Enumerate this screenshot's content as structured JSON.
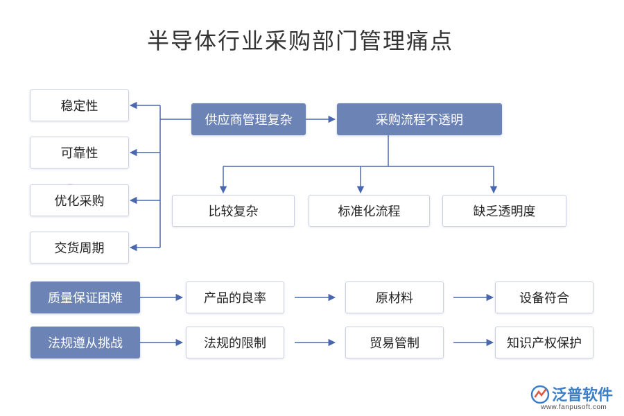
{
  "title": "半导体行业采购部门管理痛点",
  "left_column": [
    "稳定性",
    "可靠性",
    "优化采购",
    "交货周期"
  ],
  "top_row": {
    "supplier": "供应商管理复杂",
    "process": "采购流程不透明"
  },
  "process_children": [
    "比较复杂",
    "标准化流程",
    "缺乏透明度"
  ],
  "quality_row": {
    "head": "质量保证困难",
    "items": [
      "产品的良率",
      "原材料",
      "设备符合"
    ]
  },
  "regulation_row": {
    "head": "法规遵从挑战",
    "items": [
      "法规的限制",
      "贸易管制",
      "知识产权保护"
    ]
  },
  "watermark": {
    "text": "泛普软件"
  },
  "brand": {
    "name": "泛普软件",
    "url": "www.fanpusoft.com"
  },
  "colors": {
    "accent_box": "#6c83b5",
    "connector": "#4a68b0",
    "box_border": "#c9d1e3",
    "brand": "#3b7fc9"
  }
}
